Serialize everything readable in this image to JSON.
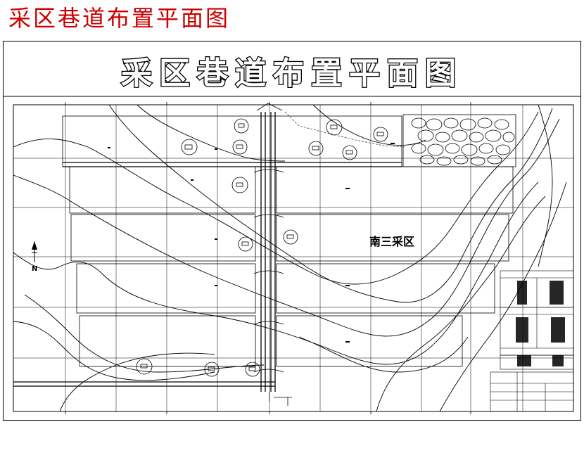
{
  "page_title": "采区巷道布置平面图",
  "drawing": {
    "banner_title": "采区巷道布置平面图",
    "area_label": "南三采区",
    "north_label": "N"
  }
}
